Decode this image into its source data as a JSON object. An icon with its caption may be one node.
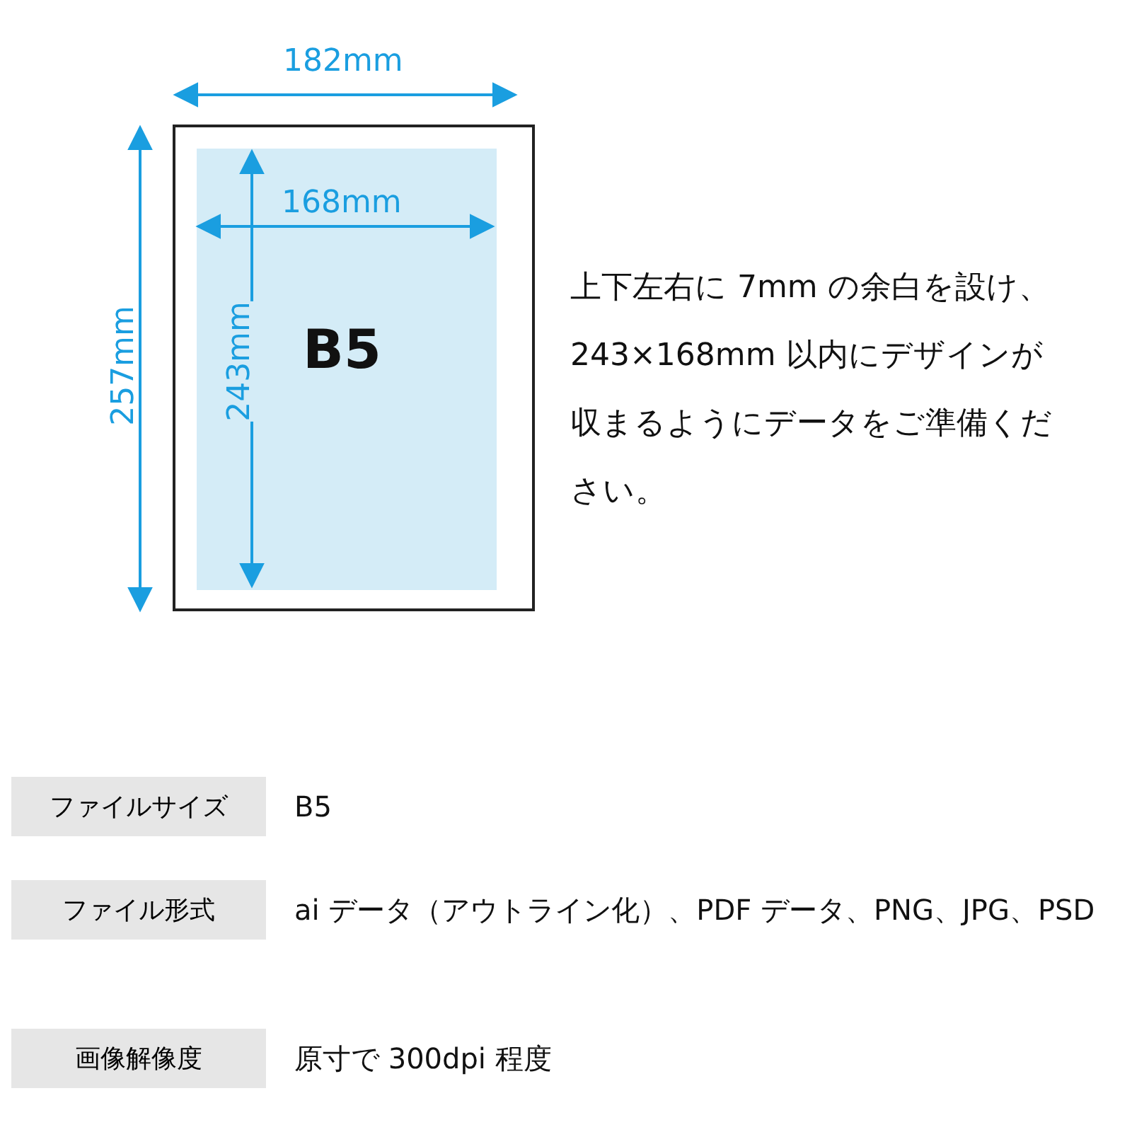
{
  "diagram": {
    "nodes": [
      {
        "text": [],
        "shape": "box"
      },
      {
        "text": [
          "B5"
        ],
        "in": 0
      }
    ],
    "edges": [],
    "labels": [
      "182mm",
      "257mm",
      "168mm",
      "243mm",
      "上下左右に 7mm の余白を設け、243×168mm 以内にデザインが収まるようにデータをご準備ください。",
      "ファイルサイズ",
      "B5",
      "ファイル形式",
      "ai データ（アウトライン化）、PDF データ、PNG、JPG、PSD",
      "画像解像度",
      "原寸で 300dpi 程度"
    ]
  }
}
